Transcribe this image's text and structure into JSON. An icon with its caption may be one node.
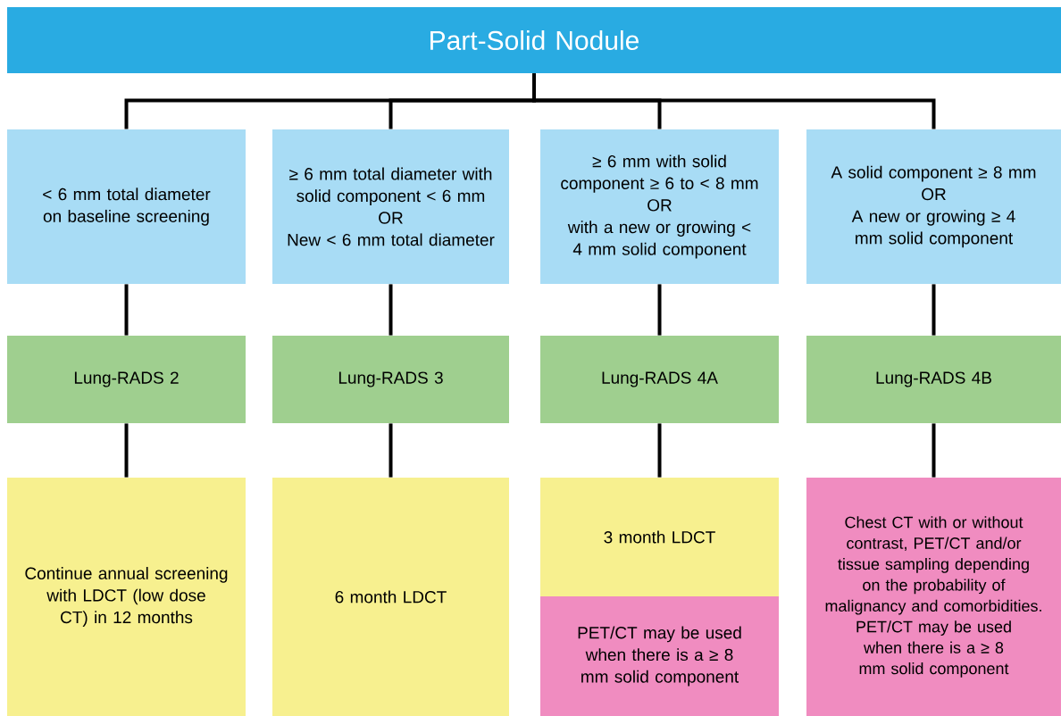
{
  "diagram": {
    "nodes": [
      {
        "text": [
          "Part-Solid Nodule"
        ]
      },
      {
        "text": [
          "< 6 mm total diameter on baseline screening"
        ]
      },
      {
        "text": [
          "≥ 6 mm total diameter with solid component < 6 mm",
          "OR",
          "New < 6 mm total diameter"
        ]
      },
      {
        "text": [
          "≥ 6 mm with solid component ≥ 6 to < 8 mm",
          "OR",
          "with a new or growing < 4 mm solid component"
        ]
      },
      {
        "text": [
          "A solid component ≥ 8 mm",
          "OR",
          "A new or growing ≥ 4 mm solid component"
        ]
      },
      {
        "text": [
          "Lung-RADS 2"
        ]
      },
      {
        "text": [
          "Lung-RADS 3"
        ]
      },
      {
        "text": [
          "Lung-RADS 4A"
        ]
      },
      {
        "text": [
          "Lung-RADS 4B"
        ]
      },
      {
        "text": [
          "Continue annual screening with LDCT (low dose CT) in 12 months"
        ]
      },
      {
        "text": [
          "6 month LDCT"
        ]
      },
      {
        "text": [
          "3 month LDCT"
        ]
      },
      {
        "text": [
          "PET/CT may be used when there is a ≥ 8 mm solid component"
        ]
      },
      {
        "text": [
          "Chest CT with or without contrast, PET/CT and/or tissue sampling depending on the probability of malignancy and comorbidities.",
          "PET/CT may be used when there is a ≥ 8 mm solid component"
        ]
      }
    ],
    "edges": [
      {
        "from": 0,
        "to": 1,
        "arrow": "none"
      },
      {
        "from": 0,
        "to": 2,
        "arrow": "none"
      },
      {
        "from": 0,
        "to": 3,
        "arrow": "none"
      },
      {
        "from": 0,
        "to": 4,
        "arrow": "none"
      },
      {
        "from": 1,
        "to": 5,
        "arrow": "none"
      },
      {
        "from": 2,
        "to": 6,
        "arrow": "none"
      },
      {
        "from": 3,
        "to": 7,
        "arrow": "none"
      },
      {
        "from": 4,
        "to": 8,
        "arrow": "none"
      },
      {
        "from": 5,
        "to": 9,
        "arrow": "none"
      },
      {
        "from": 6,
        "to": 10,
        "arrow": "none"
      },
      {
        "from": 7,
        "to": 11,
        "arrow": "none"
      },
      {
        "from": 8,
        "to": 13,
        "arrow": "none"
      }
    ]
  }
}
